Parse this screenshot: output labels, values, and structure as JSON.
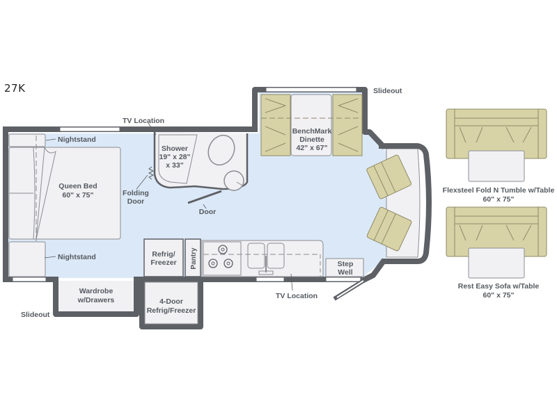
{
  "model": "27K",
  "colors": {
    "wall": "#5d6065",
    "floor": "#dbe8f7",
    "fixture": "#f1f0f3",
    "fixture_stroke": "#8a8d92",
    "upholstery": "#d8d3a6",
    "upholstery_stroke": "#8e8a67",
    "label": "#555a60",
    "window": "#ffffff"
  },
  "labels": {
    "nightstand_top": "Nightstand",
    "nightstand_bottom": "Nightstand",
    "queen_bed": "Queen Bed",
    "queen_bed_size": "60\" x 75\"",
    "tv_location_top": "TV Location",
    "tv_location_bottom": "TV Location",
    "folding_door_1": "Folding",
    "folding_door_2": "Door",
    "shower": "Shower",
    "shower_size_1": "19\" x 28\"",
    "shower_size_2": "x 33\"",
    "door": "Door",
    "dinette_1": "BenchMark",
    "dinette_2": "Dinette",
    "dinette_size": "42\" x 67\"",
    "slideout_top": "Slideout",
    "slideout_bottom": "Slideout",
    "refrig_1": "Refrig/",
    "refrig_2": "Freezer",
    "pantry": "Pantry",
    "step_1": "Step",
    "step_2": "Well",
    "wardrobe_1": "Wardrobe",
    "wardrobe_2": "w/Drawers",
    "four_door_1": "4-Door",
    "four_door_2": "Refrig/Freezer"
  },
  "options": [
    {
      "name": "Flexsteel Fold N Tumble w/Table",
      "size": "60\" x 75\""
    },
    {
      "name": "Rest Easy Sofa w/Table",
      "size": "60\" x 75\""
    }
  ]
}
